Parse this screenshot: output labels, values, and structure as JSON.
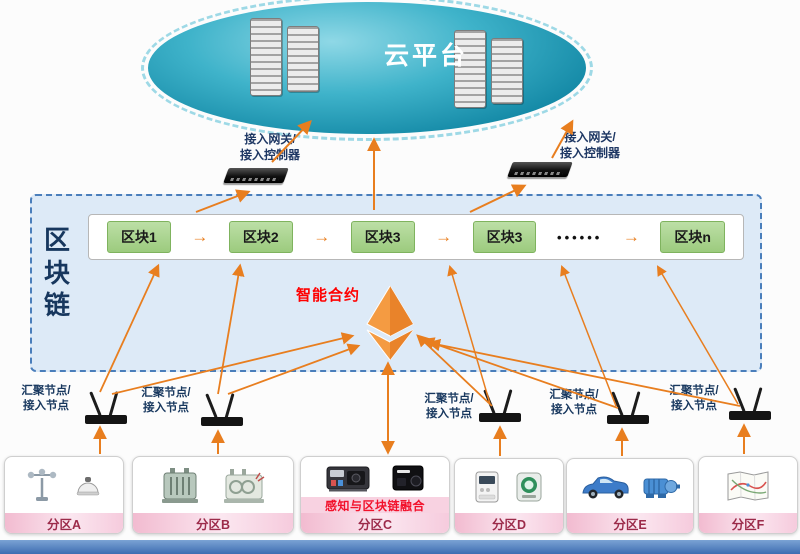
{
  "cloud": {
    "label": "云平台"
  },
  "gateway": {
    "label_line1": "接入网关/",
    "label_line2": "接入控制器"
  },
  "blockchain": {
    "region_title_chars": [
      "区",
      "块",
      "链"
    ],
    "blocks": [
      "区块1",
      "区块2",
      "区块3",
      "区块3",
      "区块n"
    ],
    "dots": "••••••",
    "arrow_glyph": "→",
    "smart_contract_label": "智能合约"
  },
  "aggregation_node": {
    "label_line1": "汇聚节点/",
    "label_line2": "接入节点"
  },
  "partitions": [
    {
      "name": "分区A"
    },
    {
      "name": "分区B"
    },
    {
      "name": "分区C",
      "banner": "感知与区块链融合"
    },
    {
      "name": "分区D"
    },
    {
      "name": "分区E"
    },
    {
      "name": "分区F"
    }
  ],
  "colors": {
    "arrow_orange": "#E87E1F",
    "cloud_teal": "#2BA4BD",
    "block_green": "#A9D18E",
    "blockchain_bg": "#DBE9F6",
    "blockchain_border": "#4A7EBB",
    "smart_contract_red": "#FF0000",
    "eth_orange": "#F49B42",
    "partition_pink": "#F2BBD0",
    "partition_text": "#9C2B4A",
    "banner_red": "#F2112B",
    "bottom_bar_blue": "#3E6CB1"
  }
}
